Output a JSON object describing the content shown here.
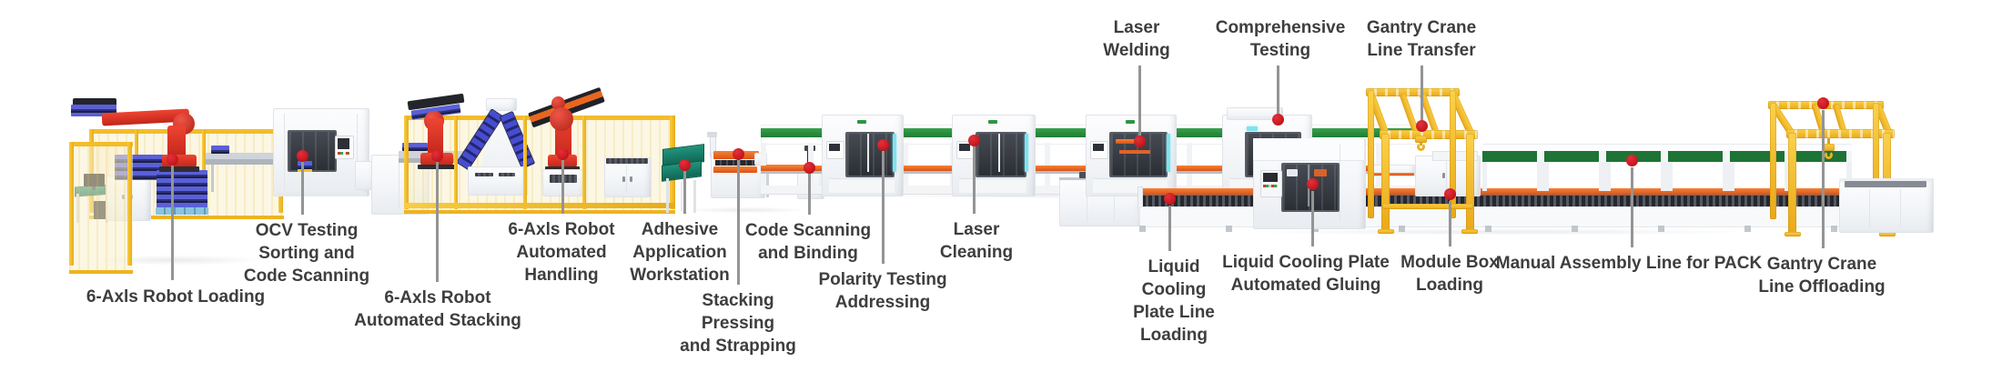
{
  "diagram": {
    "type": "battery-pack-production-line-infographic",
    "stations": [
      {
        "id": "six-axis-robot-loading",
        "label": "6-Axls Robot Loading"
      },
      {
        "id": "ocv-testing-sorting-code-scanning",
        "label": "OCV Testing\nSorting and\nCode Scanning"
      },
      {
        "id": "six-axis-robot-automated-stacking",
        "label": "6-Axls Robot\nAutomated Stacking"
      },
      {
        "id": "six-axis-robot-automated-handling",
        "label": "6-Axls Robot\nAutomated\nHandling"
      },
      {
        "id": "adhesive-application-workstation",
        "label": "Adhesive\nApplication\nWorkstation"
      },
      {
        "id": "stacking-pressing-and-strapping",
        "label": "Stacking\nPressing\nand Strapping"
      },
      {
        "id": "code-scanning-and-binding",
        "label": "Code Scanning\nand Binding"
      },
      {
        "id": "polarity-testing-addressing",
        "label": "Polarity Testing\nAddressing"
      },
      {
        "id": "laser-cleaning",
        "label": "Laser\nCleaning"
      },
      {
        "id": "laser-welding",
        "label": "Laser\nWelding"
      },
      {
        "id": "comprehensive-testing",
        "label": "Comprehensive\nTesting"
      },
      {
        "id": "gantry-crane-line-transfer",
        "label": "Gantry Crane\nLine Transfer"
      },
      {
        "id": "liquid-cooling-plate-line-loading",
        "label": "Liquid\nCooling\nPlate Line\nLoading"
      },
      {
        "id": "liquid-cooling-plate-automated-gluing",
        "label": "Liquid Cooling Plate\nAutomated Gluing"
      },
      {
        "id": "module-box-loading",
        "label": "Module Box\nLoading"
      },
      {
        "id": "manual-assembly-line-for-pack",
        "label": "Manual Assembly Line for PACK"
      },
      {
        "id": "gantry-crane-line-offloading",
        "label": "Gantry Crane\nLine Offloading"
      }
    ],
    "colors": {
      "marker_red": "#c1121a",
      "leader_gray": "#949494",
      "label_text": "#3e3e40",
      "fence_yellow": "#f2bd2b",
      "conveyor_green": "#1e7c33",
      "conveyor_orange": "#e0602a",
      "battery_blue": "#4a50cf"
    }
  }
}
